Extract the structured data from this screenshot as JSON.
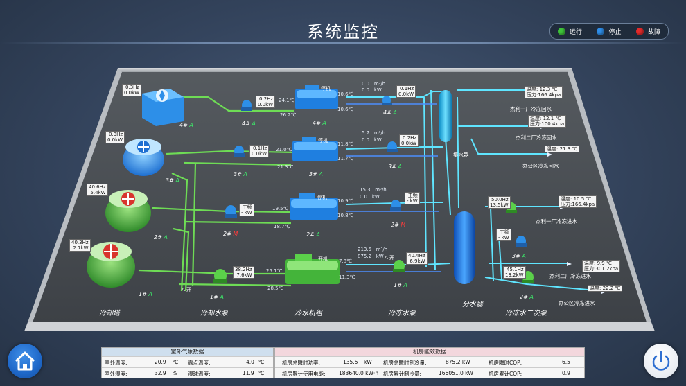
{
  "title": "系统监控",
  "legend": {
    "running": {
      "label": "运行",
      "color": "#3fc43a"
    },
    "stopped": {
      "label": "停止",
      "color": "#2f8ee8"
    },
    "fault": {
      "label": "故障",
      "color": "#e52b2b"
    }
  },
  "sections": {
    "cooling_tower": "冷却塔",
    "cooling_pump": "冷却水泵",
    "chiller": "冷水机组",
    "chilled_pump": "冷冻水泵",
    "distributor": "分水器",
    "secondary_pump": "冷冻水二次泵",
    "collector": "集水器"
  },
  "towers": [
    {
      "hz": "0.3Hz",
      "kw": "0.0kW",
      "id": "4#",
      "status": "A"
    },
    {
      "hz": "0.3Hz",
      "kw": "0.0kW",
      "id": "3#",
      "status": "A"
    },
    {
      "hz": "40.6Hz",
      "kw": "5.4kW",
      "id": "2#",
      "status": "A"
    },
    {
      "hz": "40.3Hz",
      "kw": "2.7kW",
      "id": "1#",
      "status": "A"
    }
  ],
  "cw_pumps": [
    {
      "hz": "0.2Hz",
      "kw": "0.0kW",
      "id": "4#",
      "status": "A"
    },
    {
      "hz": "0.1Hz",
      "kw": "0.0kW",
      "id": "3#",
      "status": "A"
    },
    {
      "hz": "工频",
      "kw": "- kW",
      "id": "2#",
      "status": "M"
    },
    {
      "hz": "38.2Hz",
      "kw": "7.6kW",
      "id": "1#",
      "status": "A"
    }
  ],
  "chillers": [
    {
      "id": "4#",
      "status": "A",
      "t_in": "24.1℃",
      "t_out": "26.2℃",
      "t_e1": "10.6℃",
      "t_e2": "10.6℃",
      "flow": "0.0",
      "kw": "0.0",
      "tag": "停机"
    },
    {
      "id": "3#",
      "status": "A",
      "t_in": "21.0℃",
      "t_out": "21.3℃",
      "t_e1": "11.8℃",
      "t_e2": "11.7℃",
      "flow": "5.7",
      "kw": "0.0",
      "tag": "停机"
    },
    {
      "id": "2#",
      "status": "A",
      "t_in": "19.5℃",
      "t_out": "18.7℃",
      "t_e1": "10.9℃",
      "t_e2": "10.8℃",
      "flow": "15.3",
      "kw": "0.0",
      "tag": "停机"
    },
    {
      "id": "1#",
      "status": "A",
      "t_in": "25.1℃",
      "t_out": "28.5℃",
      "t_e1": "7.8℃",
      "t_e2": "11.3℃",
      "flow": "213.5",
      "kw": "875.2",
      "tag": "开机"
    }
  ],
  "units": {
    "flow": "m³/h",
    "power": "kW"
  },
  "chw_pumps": [
    {
      "hz": "0.1Hz",
      "kw": "0.0kW",
      "id": "4#",
      "status": "A"
    },
    {
      "hz": "0.2Hz",
      "kw": "0.0kW",
      "id": "3#",
      "status": "A"
    },
    {
      "hz": "工频",
      "kw": "- kW",
      "id": "2#",
      "status": "M"
    },
    {
      "hz": "40.4Hz",
      "kw": "6.9kW",
      "id": "1#",
      "status": "A"
    }
  ],
  "tower_switch": "开",
  "chiller_switch_a": "A",
  "chiller_switch_b": "开",
  "returns": [
    {
      "name": "杰利一厂冷冻回水",
      "temp_label": "温度:",
      "temp": "12.3",
      "temp_unit": "℃",
      "press_label": "压力:",
      "press": "166.4kpa"
    },
    {
      "name": "杰利二厂冷冻回水",
      "temp_label": "温度:",
      "temp": "12.1",
      "temp_unit": "℃",
      "press_label": "压力:",
      "press": "100.4kpa"
    },
    {
      "name": "办公区冷冻回水",
      "temp_label": "温度:",
      "temp": "21.3",
      "temp_unit": "℃"
    }
  ],
  "supplies": [
    {
      "name": "杰利一厂冷冻进水",
      "temp_label": "温度:",
      "temp": "10.5",
      "temp_unit": "℃",
      "press_label": "压力:",
      "press": "166.4kpa"
    },
    {
      "name": "杰利二厂冷冻进水",
      "temp_label": "温度:",
      "temp": "9.9",
      "temp_unit": "℃",
      "press_label": "压力:",
      "press": "301.2kpa"
    },
    {
      "name": "办公区冷冻进水",
      "temp_label": "温度:",
      "temp": "22.2",
      "temp_unit": "℃"
    }
  ],
  "secondary_pumps": [
    {
      "hz": "50.0Hz",
      "kw": "13.5kW",
      "id": "",
      "status": ""
    },
    {
      "hz": "工频",
      "kw": "- kW",
      "id": "3#",
      "status": "A"
    },
    {
      "hz": "45.1Hz",
      "kw": "13.2kW",
      "id": "2#",
      "status": "A"
    }
  ],
  "weather": {
    "title": "室外气象数据",
    "outdoor_temp_label": "室外温度:",
    "outdoor_temp": "20.9",
    "outdoor_temp_unit": "℃",
    "dew_label": "露点温度:",
    "dew": "4.0",
    "dew_unit": "℃",
    "humidity_label": "室外湿度:",
    "humidity": "32.9",
    "humidity_unit": "%",
    "wetbulb_label": "湿球温度:",
    "wetbulb": "11.9",
    "wetbulb_unit": "℃"
  },
  "energy": {
    "title": "机房能效数据",
    "power_label": "机房总瞬时功率:",
    "power": "135.5",
    "power_unit": "kW",
    "cool_label": "机房总瞬时制冷量:",
    "cool": "875.2 kW",
    "cop_label": "机房瞬时COP:",
    "cop": "6.5",
    "energy_label": "机房累计使用电能:",
    "energy_val": "183640.0 kW·h",
    "cum_cool_label": "机房累计制冷量:",
    "cum_cool": "166051.0 kW",
    "cum_cop_label": "机房累计COP:",
    "cum_cop": "0.9"
  }
}
